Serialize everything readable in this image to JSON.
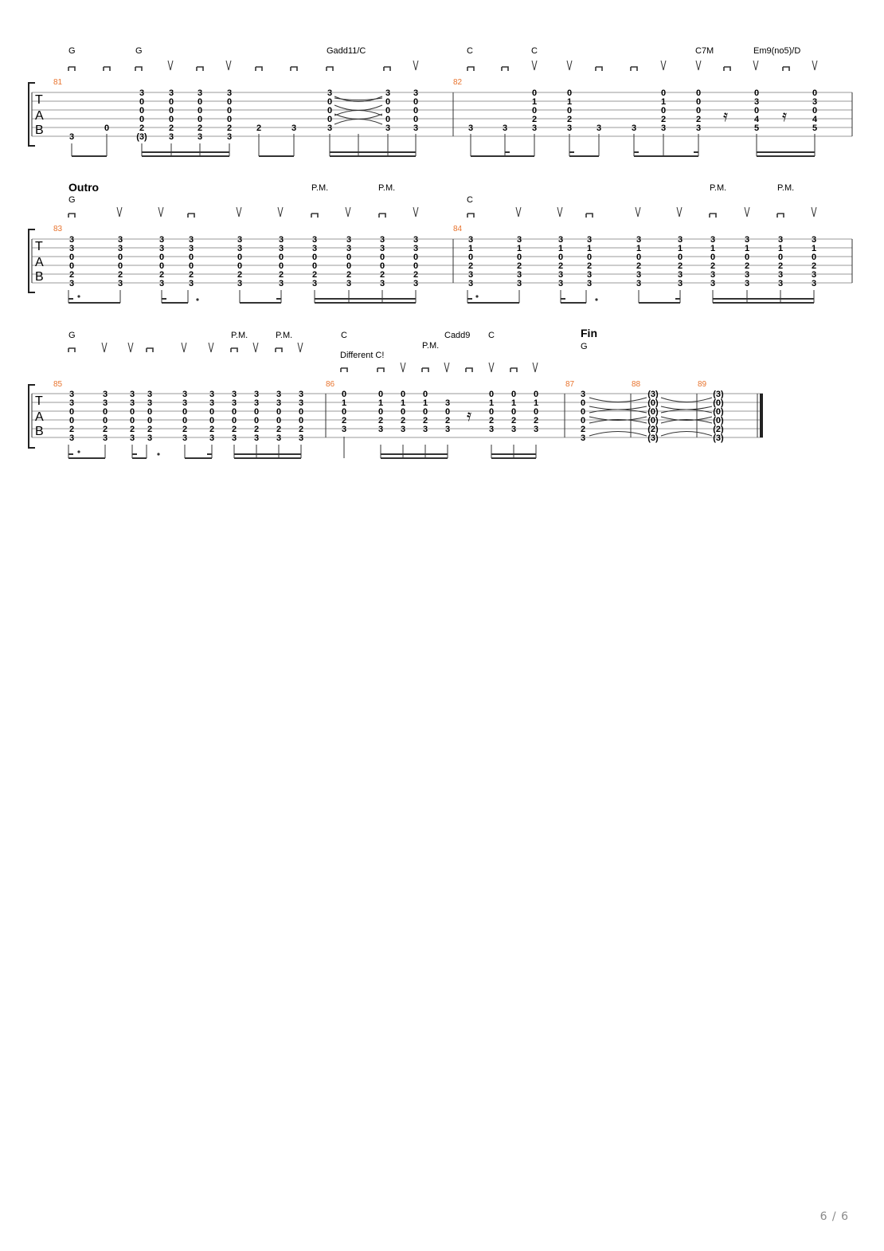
{
  "page_number": "6 / 6",
  "tab_clef_letters": [
    "T",
    "A",
    "B"
  ],
  "icons": {
    "down_stroke": "down-strum-icon",
    "up_stroke": "up-strum-icon",
    "rest": "sixteenth-rest-icon",
    "barline": "barline"
  },
  "systems": [
    {
      "section": "",
      "measures": [
        {
          "number": "81",
          "beats": [
            {
              "chord": "G",
              "stroke": "down",
              "frets": [
                "",
                "",
                "",
                "",
                "",
                "3"
              ]
            },
            {
              "stroke": "down",
              "frets": [
                "",
                "",
                "",
                "",
                "0",
                ""
              ]
            },
            {
              "chord": "G",
              "stroke": "down",
              "frets": [
                "3",
                "0",
                "0",
                "0",
                "2",
                "(3)"
              ]
            },
            {
              "stroke": "up",
              "frets": [
                "3",
                "0",
                "0",
                "0",
                "2",
                "3"
              ]
            },
            {
              "stroke": "down",
              "frets": [
                "3",
                "0",
                "0",
                "0",
                "2",
                "3"
              ]
            },
            {
              "stroke": "up",
              "frets": [
                "3",
                "0",
                "0",
                "0",
                "2",
                "3"
              ]
            },
            {
              "stroke": "down",
              "frets": [
                "",
                "",
                "",
                "",
                "2",
                ""
              ]
            },
            {
              "stroke": "down",
              "frets": [
                "",
                "",
                "",
                "",
                "3",
                ""
              ]
            },
            {
              "chord": "Gadd11/C",
              "stroke": "down",
              "frets": [
                "3",
                "0",
                "0",
                "0",
                "3",
                ""
              ]
            },
            {
              "stroke": "down",
              "frets": [
                "3",
                "0",
                "0",
                "0",
                "3",
                ""
              ]
            },
            {
              "stroke": "up",
              "frets": [
                "3",
                "0",
                "0",
                "0",
                "3",
                ""
              ]
            }
          ]
        },
        {
          "number": "82",
          "beats": [
            {
              "chord": "C",
              "stroke": "down",
              "frets": [
                "",
                "",
                "",
                "",
                "3",
                ""
              ]
            },
            {
              "stroke": "down",
              "frets": [
                "",
                "",
                "",
                "",
                "3",
                ""
              ]
            },
            {
              "chord": "C",
              "stroke": "up",
              "frets": [
                "0",
                "1",
                "0",
                "2",
                "3",
                ""
              ]
            },
            {
              "stroke": "up",
              "frets": [
                "0",
                "1",
                "0",
                "2",
                "3",
                ""
              ]
            },
            {
              "stroke": "down",
              "frets": [
                "",
                "",
                "",
                "",
                "3",
                ""
              ]
            },
            {
              "stroke": "down",
              "frets": [
                "",
                "",
                "",
                "",
                "3",
                ""
              ]
            },
            {
              "stroke": "up",
              "frets": [
                "0",
                "1",
                "0",
                "2",
                "3",
                ""
              ]
            },
            {
              "chord": "C7M",
              "stroke": "up",
              "frets": [
                "0",
                "0",
                "0",
                "2",
                "3",
                ""
              ]
            },
            {
              "stroke": "down",
              "rest": true
            },
            {
              "chord": "Em9(no5)/D",
              "stroke": "up",
              "frets": [
                "0",
                "3",
                "0",
                "4",
                "5",
                ""
              ]
            },
            {
              "stroke": "down",
              "rest": true
            },
            {
              "stroke": "up",
              "frets": [
                "0",
                "3",
                "0",
                "4",
                "5",
                ""
              ]
            }
          ]
        }
      ]
    },
    {
      "section": "Outro",
      "measures": [
        {
          "number": "83",
          "pm_labels": [
            "P.M.",
            "P.M."
          ],
          "beats": [
            {
              "chord": "G",
              "stroke": "down",
              "frets": [
                "3",
                "3",
                "0",
                "0",
                "2",
                "3"
              ]
            },
            {
              "stroke": "up",
              "frets": [
                "3",
                "3",
                "0",
                "0",
                "2",
                "3"
              ]
            },
            {
              "stroke": "up",
              "frets": [
                "3",
                "3",
                "0",
                "0",
                "2",
                "3"
              ]
            },
            {
              "stroke": "down",
              "frets": [
                "3",
                "3",
                "0",
                "0",
                "2",
                "3"
              ]
            },
            {
              "stroke": "up",
              "frets": [
                "3",
                "3",
                "0",
                "0",
                "2",
                "3"
              ]
            },
            {
              "stroke": "up",
              "frets": [
                "3",
                "3",
                "0",
                "0",
                "2",
                "3"
              ]
            },
            {
              "stroke": "down",
              "frets": [
                "3",
                "3",
                "0",
                "0",
                "2",
                "3"
              ]
            },
            {
              "stroke": "up",
              "frets": [
                "3",
                "3",
                "0",
                "0",
                "2",
                "3"
              ]
            },
            {
              "stroke": "down",
              "frets": [
                "3",
                "3",
                "0",
                "0",
                "2",
                "3"
              ]
            },
            {
              "stroke": "up",
              "frets": [
                "3",
                "3",
                "0",
                "0",
                "2",
                "3"
              ]
            }
          ]
        },
        {
          "number": "84",
          "pm_labels": [
            "P.M.",
            "P.M."
          ],
          "beats": [
            {
              "chord": "C",
              "stroke": "down",
              "frets": [
                "3",
                "1",
                "0",
                "2",
                "3",
                "3"
              ]
            },
            {
              "stroke": "up",
              "frets": [
                "3",
                "1",
                "0",
                "2",
                "3",
                "3"
              ]
            },
            {
              "stroke": "up",
              "frets": [
                "3",
                "1",
                "0",
                "2",
                "3",
                "3"
              ]
            },
            {
              "stroke": "down",
              "frets": [
                "3",
                "1",
                "0",
                "2",
                "3",
                "3"
              ]
            },
            {
              "stroke": "up",
              "frets": [
                "3",
                "1",
                "0",
                "2",
                "3",
                "3"
              ]
            },
            {
              "stroke": "up",
              "frets": [
                "3",
                "1",
                "0",
                "2",
                "3",
                "3"
              ]
            },
            {
              "stroke": "down",
              "frets": [
                "3",
                "1",
                "0",
                "2",
                "3",
                "3"
              ]
            },
            {
              "stroke": "up",
              "frets": [
                "3",
                "1",
                "0",
                "2",
                "3",
                "3"
              ]
            },
            {
              "stroke": "down",
              "frets": [
                "3",
                "1",
                "0",
                "2",
                "3",
                "3"
              ]
            },
            {
              "stroke": "up",
              "frets": [
                "3",
                "1",
                "0",
                "2",
                "3",
                "3"
              ]
            }
          ]
        }
      ]
    },
    {
      "section": "",
      "measures": [
        {
          "number": "85",
          "pm_labels": [
            "P.M.",
            "P.M."
          ],
          "beats": [
            {
              "chord": "G",
              "stroke": "down",
              "frets": [
                "3",
                "3",
                "0",
                "0",
                "2",
                "3"
              ]
            },
            {
              "stroke": "up",
              "frets": [
                "3",
                "3",
                "0",
                "0",
                "2",
                "3"
              ]
            },
            {
              "stroke": "up",
              "frets": [
                "3",
                "3",
                "0",
                "0",
                "2",
                "3"
              ]
            },
            {
              "stroke": "down",
              "frets": [
                "3",
                "3",
                "0",
                "0",
                "2",
                "3"
              ]
            },
            {
              "stroke": "up",
              "frets": [
                "3",
                "3",
                "0",
                "0",
                "2",
                "3"
              ]
            },
            {
              "stroke": "up",
              "frets": [
                "3",
                "3",
                "0",
                "0",
                "2",
                "3"
              ]
            },
            {
              "stroke": "down",
              "frets": [
                "3",
                "3",
                "0",
                "0",
                "2",
                "3"
              ]
            },
            {
              "stroke": "up",
              "frets": [
                "3",
                "3",
                "0",
                "0",
                "2",
                "3"
              ]
            },
            {
              "stroke": "down",
              "frets": [
                "3",
                "3",
                "0",
                "0",
                "2",
                "3"
              ]
            },
            {
              "stroke": "up",
              "frets": [
                "3",
                "3",
                "0",
                "0",
                "2",
                "3"
              ]
            }
          ]
        },
        {
          "number": "86",
          "pm_labels": [
            "P.M."
          ],
          "annotation": "Different C!",
          "beats": [
            {
              "chord": "C",
              "stroke": "down",
              "frets": [
                "0",
                "1",
                "0",
                "2",
                "3",
                ""
              ]
            },
            {
              "stroke": "down",
              "frets": [
                "0",
                "1",
                "0",
                "2",
                "3",
                ""
              ]
            },
            {
              "stroke": "up",
              "frets": [
                "0",
                "1",
                "0",
                "2",
                "3",
                ""
              ]
            },
            {
              "stroke": "down",
              "frets": [
                "0",
                "1",
                "0",
                "2",
                "3",
                ""
              ]
            },
            {
              "chord": "Cadd9",
              "stroke": "up",
              "frets": [
                "3",
                "0",
                "0",
                "2",
                "3",
                ""
              ]
            },
            {
              "stroke": "down",
              "rest": true
            },
            {
              "chord": "C",
              "stroke": "up",
              "frets": [
                "0",
                "1",
                "0",
                "2",
                "3",
                ""
              ]
            },
            {
              "stroke": "down",
              "frets": [
                "0",
                "1",
                "0",
                "2",
                "3",
                ""
              ]
            },
            {
              "stroke": "up",
              "frets": [
                "0",
                "1",
                "0",
                "2",
                "3",
                ""
              ]
            }
          ]
        },
        {
          "number": "87",
          "section": "Fin",
          "beats": [
            {
              "chord": "G",
              "frets": [
                "3",
                "0",
                "0",
                "0",
                "2",
                "3"
              ]
            }
          ]
        },
        {
          "number": "88",
          "beats": [
            {
              "frets": [
                "(3)",
                "(0)",
                "(0)",
                "(0)",
                "(2)",
                "(3)"
              ]
            }
          ]
        },
        {
          "number": "89",
          "beats": [
            {
              "frets": [
                "(3)",
                "(0)",
                "(0)",
                "(0)",
                "(2)",
                "(3)"
              ]
            }
          ]
        }
      ]
    }
  ]
}
